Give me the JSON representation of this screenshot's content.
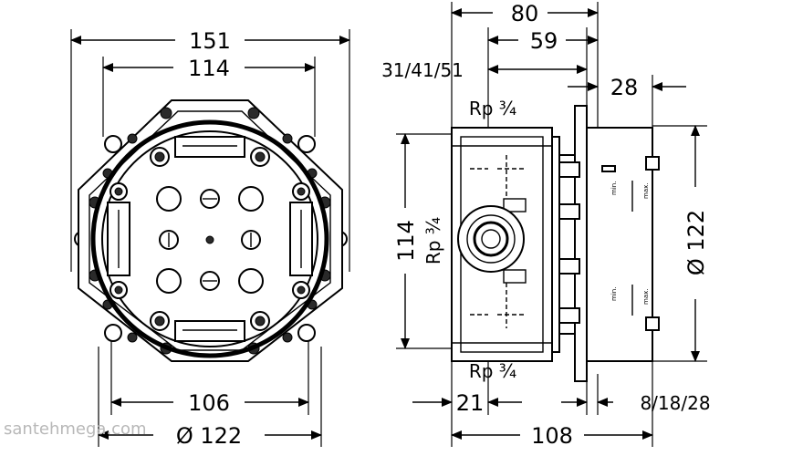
{
  "front_view": {
    "dim_overall_width": "151",
    "dim_inner_width": "114",
    "dim_bottom_width": "106",
    "dim_diameter": "Ø 122"
  },
  "side_view": {
    "dim_depth_80": "80",
    "dim_depth_59": "59",
    "dim_outlet_depths": "31/41/51",
    "dim_plate": "28",
    "thread_top": "Rp ¾",
    "thread_side": "Rp ¾",
    "dim_height_114": "114",
    "thread_bottom": "Rp ¾",
    "dim_diameter": "Ø 122",
    "dim_21": "21",
    "dim_plaster_depths": "8/18/28",
    "dim_108": "108",
    "label_min_top": "min.",
    "label_max_top": "max.",
    "label_min_bottom": "min.",
    "label_max_bottom": "max."
  },
  "watermark": "santehmega.com"
}
